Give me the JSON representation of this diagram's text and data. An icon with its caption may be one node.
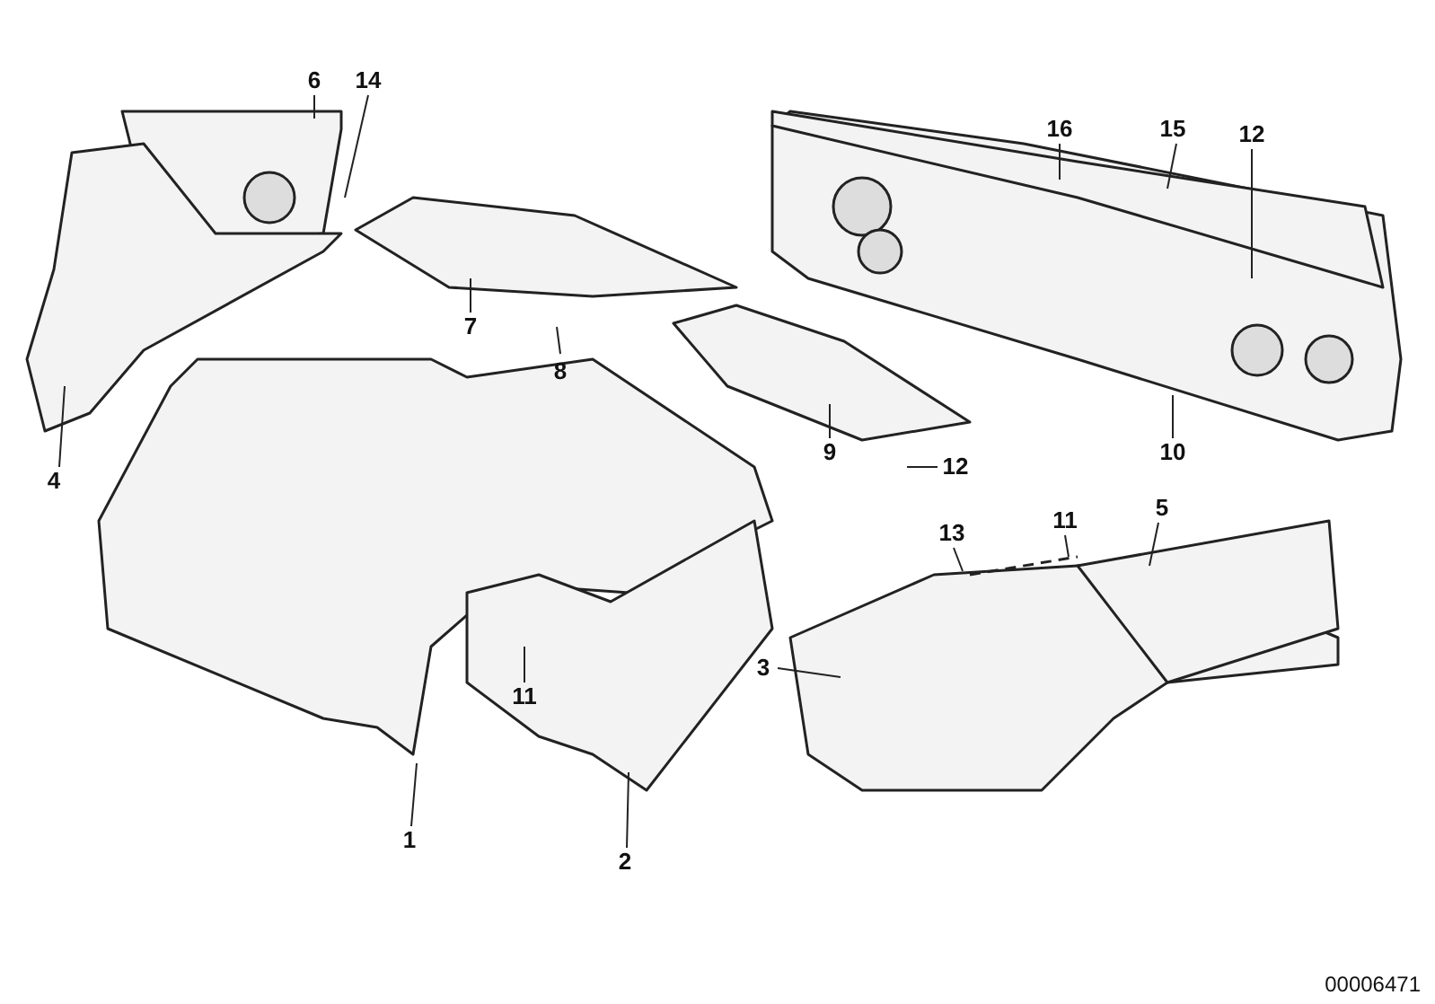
{
  "diagram": {
    "nodes": [
      {
        "text": [
          "6"
        ]
      },
      {
        "text": [
          "14"
        ]
      },
      {
        "text": [
          "4"
        ]
      },
      {
        "text": [
          "7"
        ]
      },
      {
        "text": [
          "8"
        ]
      },
      {
        "text": [
          "16"
        ]
      },
      {
        "text": [
          "15"
        ]
      },
      {
        "text": [
          "12"
        ]
      },
      {
        "text": [
          "9"
        ]
      },
      {
        "text": [
          "12"
        ]
      },
      {
        "text": [
          "10"
        ]
      },
      {
        "text": [
          "13"
        ]
      },
      {
        "text": [
          "11"
        ]
      },
      {
        "text": [
          "5"
        ]
      },
      {
        "text": [
          "3"
        ]
      },
      {
        "text": [
          "11"
        ]
      },
      {
        "text": [
          "1"
        ]
      },
      {
        "text": [
          "2"
        ]
      }
    ],
    "edges": [
      {
        "from": 0,
        "to": null,
        "arrow": "none"
      },
      {
        "from": 1,
        "to": null,
        "arrow": "none"
      },
      {
        "from": 2,
        "to": null,
        "arrow": "none"
      },
      {
        "from": 3,
        "to": null,
        "arrow": "none"
      },
      {
        "from": 4,
        "to": null,
        "arrow": "none"
      },
      {
        "from": 5,
        "to": null,
        "arrow": "none"
      },
      {
        "from": 6,
        "to": null,
        "arrow": "none"
      },
      {
        "from": 7,
        "to": null,
        "arrow": "none"
      },
      {
        "from": 8,
        "to": null,
        "arrow": "none"
      },
      {
        "from": 9,
        "to": null,
        "arrow": "none"
      },
      {
        "from": 10,
        "to": null,
        "arrow": "none"
      },
      {
        "from": 11,
        "to": null,
        "arrow": "none"
      },
      {
        "from": 12,
        "to": null,
        "arrow": "none"
      },
      {
        "from": 13,
        "to": null,
        "arrow": "none"
      },
      {
        "from": 14,
        "to": null,
        "arrow": "none"
      },
      {
        "from": 15,
        "to": null,
        "arrow": "none"
      },
      {
        "from": 16,
        "to": null,
        "arrow": "none"
      },
      {
        "from": 17,
        "to": null,
        "arrow": "none"
      }
    ],
    "labels": [
      "00006471"
    ]
  }
}
